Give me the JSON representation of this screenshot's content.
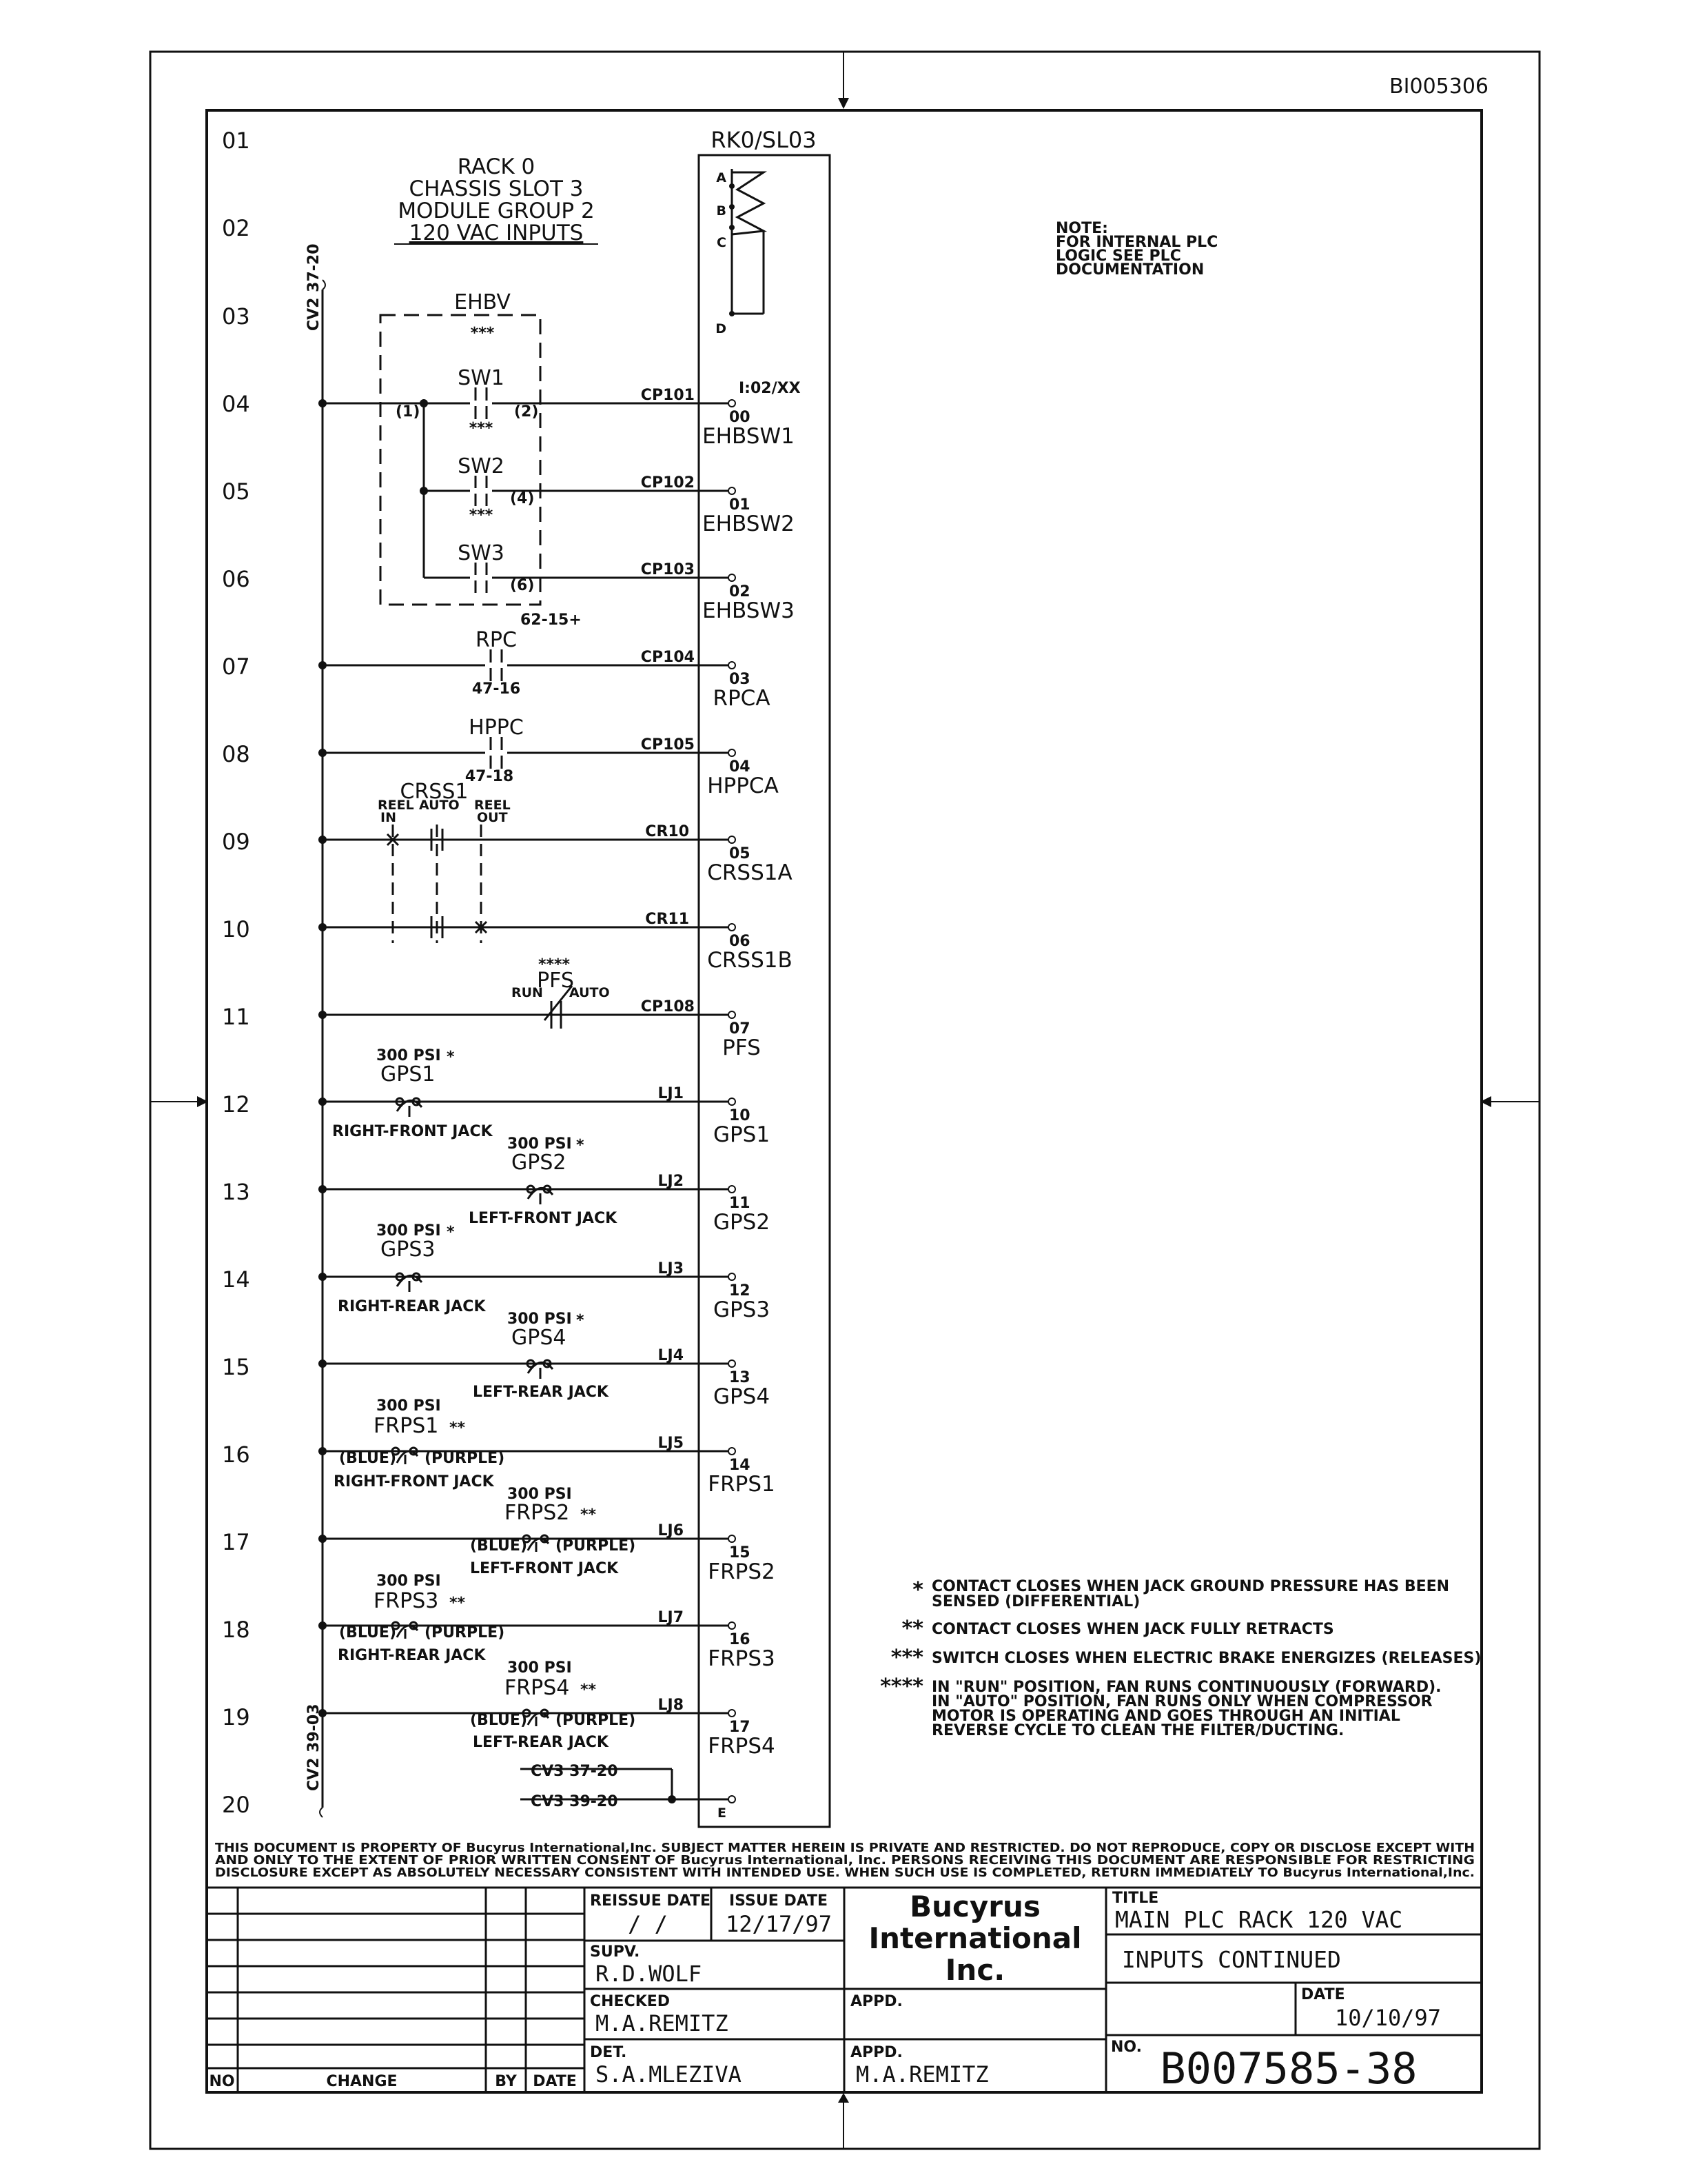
{
  "doc_id": "BI005306",
  "row_numbers": [
    "01",
    "02",
    "03",
    "04",
    "05",
    "06",
    "07",
    "08",
    "09",
    "10",
    "11",
    "12",
    "13",
    "14",
    "15",
    "16",
    "17",
    "18",
    "19",
    "20"
  ],
  "header": {
    "rack_lines": [
      "RACK 0",
      "CHASSIS SLOT 3",
      "MODULE GROUP 2",
      "120 VAC INPUTS"
    ],
    "module_tag": "RK0/SL03",
    "address": "I:02/XX",
    "cv2_top": "CV2 37-20",
    "cv2_bottom": "CV2 39-03"
  },
  "module_terminals": [
    "A",
    "B",
    "C",
    "D",
    "E"
  ],
  "note": [
    "NOTE:",
    "FOR INTERNAL PLC",
    "LOGIC SEE PLC",
    "DOCUMENTATION"
  ],
  "ehbv": {
    "name": "EHBV",
    "stars": "***",
    "sw1": "SW1",
    "sw2": "SW2",
    "sw3": "SW3",
    "t1": "(1)",
    "t2": "(2)",
    "t4": "(4)",
    "t6": "(6)",
    "ref": "62-15+"
  },
  "devices": {
    "rpc": "RPC",
    "rpc_ref": "47-16",
    "hppc": "HPPC",
    "hppc_ref": "47-18",
    "crss1": "CRSS1",
    "reel_in": [
      "REEL",
      "IN"
    ],
    "auto": "AUTO",
    "reel_out": [
      "REEL",
      "OUT"
    ],
    "pfs": "PFS",
    "pfs_stars": "****",
    "run": "RUN",
    "pfs_auto": "AUTO",
    "psi": "300 PSI",
    "gps1": "GPS1",
    "gps2": "GPS2",
    "gps3": "GPS3",
    "gps4": "GPS4",
    "frps1": "FRPS1",
    "frps2": "FRPS2",
    "frps3": "FRPS3",
    "frps4": "FRPS4",
    "star1": "*",
    "star2": "**",
    "rf_jack": "RIGHT-FRONT JACK",
    "lf_jack": "LEFT-FRONT JACK",
    "rr_jack": "RIGHT-REAR JACK",
    "lr_jack": "LEFT-REAR JACK",
    "blue": "(BLUE)",
    "purple": "(PURPLE)",
    "cv3a": "CV3 37-20",
    "cv3b": "CV3 39-20"
  },
  "wires": [
    "CP101",
    "CP102",
    "CP103",
    "CP104",
    "CP105",
    "CR10",
    "CR11",
    "CP108",
    "LJ1",
    "LJ2",
    "LJ3",
    "LJ4",
    "LJ5",
    "LJ6",
    "LJ7",
    "LJ8"
  ],
  "inputs": [
    {
      "addr": "00",
      "tag": "EHBSW1"
    },
    {
      "addr": "01",
      "tag": "EHBSW2"
    },
    {
      "addr": "02",
      "tag": "EHBSW3"
    },
    {
      "addr": "03",
      "tag": "RPCA"
    },
    {
      "addr": "04",
      "tag": "HPPCA"
    },
    {
      "addr": "05",
      "tag": "CRSS1A"
    },
    {
      "addr": "06",
      "tag": "CRSS1B"
    },
    {
      "addr": "07",
      "tag": "PFS"
    },
    {
      "addr": "10",
      "tag": "GPS1"
    },
    {
      "addr": "11",
      "tag": "GPS2"
    },
    {
      "addr": "12",
      "tag": "GPS3"
    },
    {
      "addr": "13",
      "tag": "GPS4"
    },
    {
      "addr": "14",
      "tag": "FRPS1"
    },
    {
      "addr": "15",
      "tag": "FRPS2"
    },
    {
      "addr": "16",
      "tag": "FRPS3"
    },
    {
      "addr": "17",
      "tag": "FRPS4"
    }
  ],
  "legend": [
    {
      "mark": "*",
      "lines": [
        "CONTACT CLOSES WHEN JACK GROUND PRESSURE HAS BEEN",
        "SENSED (DIFFERENTIAL)"
      ]
    },
    {
      "mark": "**",
      "lines": [
        "CONTACT CLOSES WHEN JACK FULLY RETRACTS"
      ]
    },
    {
      "mark": "***",
      "lines": [
        "SWITCH CLOSES WHEN ELECTRIC BRAKE ENERGIZES (RELEASES)"
      ]
    },
    {
      "mark": "****",
      "lines": [
        "IN \"RUN\" POSITION, FAN RUNS CONTINUOUSLY (FORWARD).",
        "IN \"AUTO\" POSITION, FAN RUNS ONLY WHEN COMPRESSOR",
        "MOTOR IS OPERATING AND GOES THROUGH AN INITIAL",
        "REVERSE CYCLE TO CLEAN THE FILTER/DUCTING."
      ]
    }
  ],
  "disclaimer": [
    "THIS DOCUMENT IS PROPERTY OF Bucyrus International,Inc. SUBJECT MATTER HEREIN IS PRIVATE AND RESTRICTED. DO NOT REPRODUCE, COPY OR DISCLOSE EXCEPT WITH",
    "AND ONLY TO THE EXTENT OF PRIOR WRITTEN CONSENT OF Bucyrus International, Inc. PERSONS RECEIVING THIS DOCUMENT ARE RESPONSIBLE FOR RESTRICTING",
    "DISCLOSURE EXCEPT AS ABSOLUTELY NECESSARY CONSISTENT WITH INTENDED USE. WHEN SUCH USE IS COMPLETED, RETURN IMMEDIATELY TO Bucyrus International,Inc."
  ],
  "title_block": {
    "reissue_date_label": "REISSUE DATE",
    "reissue_date": "/   /",
    "issue_date_label": "ISSUE DATE",
    "issue_date": "12/17/97",
    "company": [
      "Bucyrus",
      "International",
      "Inc."
    ],
    "title_label": "TITLE",
    "title_line1": "MAIN PLC RACK 120 VAC",
    "title_line2": "INPUTS CONTINUED",
    "supv_label": "SUPV.",
    "supv": "R.D.WOLF",
    "checked_label": "CHECKED",
    "checked": "M.A.REMITZ",
    "det_label": "DET.",
    "det": "S.A.MLEZIVA",
    "appd_label": "APPD.",
    "appd_top": "",
    "appd": "M.A.REMITZ",
    "date_label": "DATE",
    "date": "10/10/97",
    "no_label": "NO.",
    "drawing_no": "B007585-38",
    "rev_no": "NO",
    "rev_change": "CHANGE",
    "rev_by": "BY",
    "rev_date": "DATE"
  }
}
